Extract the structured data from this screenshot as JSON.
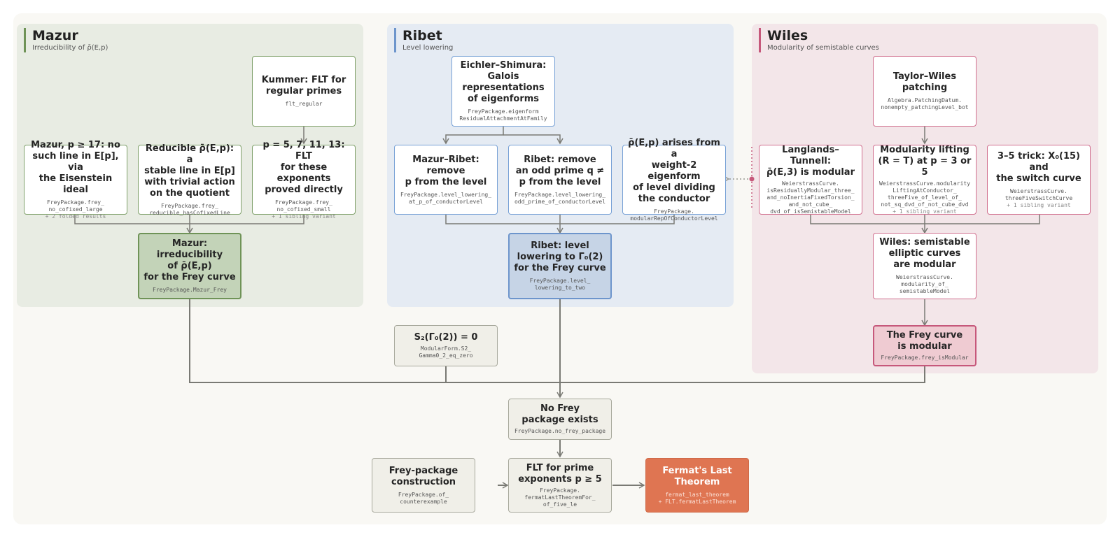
{
  "panels": {
    "mazur": {
      "title": "Mazur",
      "subtitle": "Irreducibility of ρ̄(E,p)"
    },
    "ribet": {
      "title": "Ribet",
      "subtitle": "Level lowering"
    },
    "wiles": {
      "title": "Wiles",
      "subtitle": "Modularity of semistable curves"
    }
  },
  "nodes": {
    "kummer": {
      "label": "Kummer: FLT for\nregular primes",
      "code": "flt_regular"
    },
    "mazur17": {
      "label": "Mazur, p ≥ 17: no\nsuch line in E[p], via\nthe Eisenstein ideal",
      "code": "FreyPackage.frey_\nno_cofixed_large",
      "note": "+ 2 folded results"
    },
    "reducible": {
      "label": "Reducible ρ̄(E,p): a\nstable line in E[p]\nwith trivial action\non the quotient",
      "code": "FreyPackage.frey_\nreducible_hasCofixedLine"
    },
    "small_primes": {
      "label": "p = 5, 7, 11, 13: FLT\nfor these exponents\nproved directly",
      "code": "FreyPackage.frey_\nno_cofixed_small",
      "note": "+ 1 sibling variant"
    },
    "mazur_irred": {
      "label": "Mazur: irreducibility\nof ρ̄(E,p)\nfor the Frey curve",
      "code": "FreyPackage.Mazur_Frey"
    },
    "eichler": {
      "label": "Eichler–Shimura:\nGalois\nrepresentations\nof eigenforms",
      "code": "FreyPackage.eigenform\nResidualAttachmentAtFamily"
    },
    "mazur_ribet": {
      "label": "Mazur–Ribet: remove\np from the level",
      "code": "FreyPackage.level_lowering_\nat_p_of_conductorLevel"
    },
    "ribet_odd": {
      "label": "Ribet: remove\nan odd prime q ≠\np from the level",
      "code": "FreyPackage.level_lowering_\nodd_prime_of_conductorLevel"
    },
    "arises": {
      "label": "ρ̄(E,p) arises from a\nweight-2 eigenform\nof level dividing\nthe conductor",
      "code": "FreyPackage.\nmodularRepOfConductorLevel"
    },
    "ribet_level": {
      "label": "Ribet: level\nlowering to Γ₀(2)\nfor the Frey curve",
      "code": "FreyPackage.level_\nlowering_to_two"
    },
    "taylor_wiles": {
      "label": "Taylor–Wiles patching",
      "code": "Algebra.PatchingDatum.\nnonempty_patchingLevel_bot"
    },
    "langlands": {
      "label": "Langlands–Tunnell:\nρ̄(E,3) is modular",
      "code": "WeierstrassCurve.\nisResiduallyModular_three_\nand_noInertiaFixedTorsion_\nand_not_cube_\ndvd_of_isSemistableModel"
    },
    "mod_lifting": {
      "label": "Modularity lifting\n(R = T) at p = 3 or 5",
      "code": "WeierstrassCurve.modularity\nLiftingAtConductor_\nthreeFive_of_level_of_\nnot_sq_dvd_of_not_cube_dvd",
      "note": "+ 1 sibling variant"
    },
    "three_five": {
      "label": "3–5 trick: X₀(15) and\nthe switch curve",
      "code": "WeierstrassCurve.\nthreeFiveSwitchCurve",
      "note": "+ 1 sibling variant"
    },
    "wiles_semi": {
      "label": "Wiles: semistable\nelliptic curves\nare modular",
      "code": "WeierstrassCurve.\nmodularity_of_\nsemistableModel"
    },
    "frey_modular": {
      "label": "The Frey curve\nis modular",
      "code": "FreyPackage.frey_isModular"
    },
    "s2": {
      "label": "S₂(Γ₀(2)) = 0",
      "code": "ModularForm.S2_\nGamma0_2_eq_zero"
    },
    "no_frey": {
      "label": "No Frey\npackage exists",
      "code": "FreyPackage.no_frey_package"
    },
    "frey_constr": {
      "label": "Frey-package\nconstruction",
      "code": "FreyPackage.of_\ncounterexample"
    },
    "flt_prime": {
      "label": "FLT for prime\nexponents p ≥ 5",
      "code": "FreyPackage.\nfermatLastTheoremFor_\nof_five_le"
    },
    "fermat": {
      "label": "Fermat's Last\nTheorem",
      "code": "fermat_last_theorem",
      "note": "+ FLT.fermatLastTheorem"
    }
  },
  "colors": {
    "mazur": "#6f9357",
    "ribet": "#6d95cc",
    "wiles": "#c6587b",
    "final": "#df7552",
    "wire": "#7a7a74",
    "dotted": "#c6587b"
  }
}
